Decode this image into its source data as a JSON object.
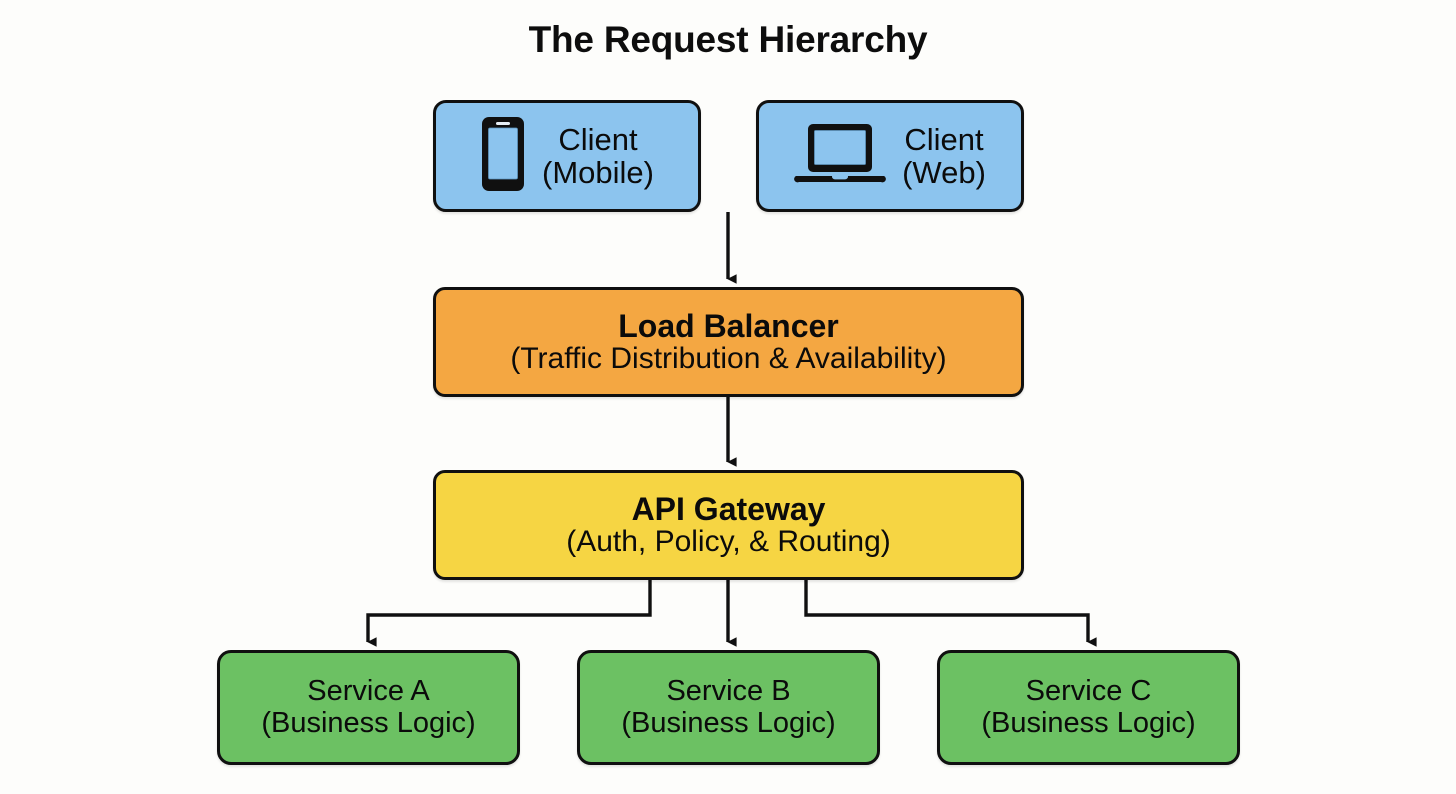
{
  "diagram": {
    "title": "The Request Hierarchy",
    "background_color": "#fdfdfb",
    "stroke_color": "#101010",
    "palette": {
      "client": "#8cc4ee",
      "load_balancer": "#f4a742",
      "api_gateway": "#f6d543",
      "service": "#6cc163"
    },
    "tiers": {
      "clients": [
        {
          "id": "client-mobile",
          "icon": "mobile-phone-icon",
          "line1": "Client",
          "line2": "(Mobile)",
          "color": "#8cc4ee"
        },
        {
          "id": "client-web",
          "icon": "laptop-icon",
          "line1": "Client",
          "line2": "(Web)",
          "color": "#8cc4ee"
        }
      ],
      "load_balancer": {
        "id": "load-balancer",
        "line1": "Load Balancer",
        "line2": "(Traffic Distribution & Availability)",
        "color": "#f4a742"
      },
      "api_gateway": {
        "id": "api-gateway",
        "line1": "API Gateway",
        "line2": "(Auth, Policy, & Routing)",
        "color": "#f6d543"
      },
      "services": [
        {
          "id": "service-a",
          "line1": "Service A",
          "line2": "(Business Logic)",
          "color": "#6cc163"
        },
        {
          "id": "service-b",
          "line1": "Service B",
          "line2": "(Business Logic)",
          "color": "#6cc163"
        },
        {
          "id": "service-c",
          "line1": "Service C",
          "line2": "(Business Logic)",
          "color": "#6cc163"
        }
      ]
    },
    "connectors": [
      {
        "name": "clients-to-load-balancer",
        "from": "clients",
        "to": "load-balancer",
        "style": "straight-arrow"
      },
      {
        "name": "load-balancer-to-api-gateway",
        "from": "load-balancer",
        "to": "api-gateway",
        "style": "straight-arrow"
      },
      {
        "name": "api-gateway-to-service-a",
        "from": "api-gateway",
        "to": "service-a",
        "style": "elbow-arrow"
      },
      {
        "name": "api-gateway-to-service-b",
        "from": "api-gateway",
        "to": "service-b",
        "style": "straight-arrow"
      },
      {
        "name": "api-gateway-to-service-c",
        "from": "api-gateway",
        "to": "service-c",
        "style": "elbow-arrow"
      }
    ]
  }
}
